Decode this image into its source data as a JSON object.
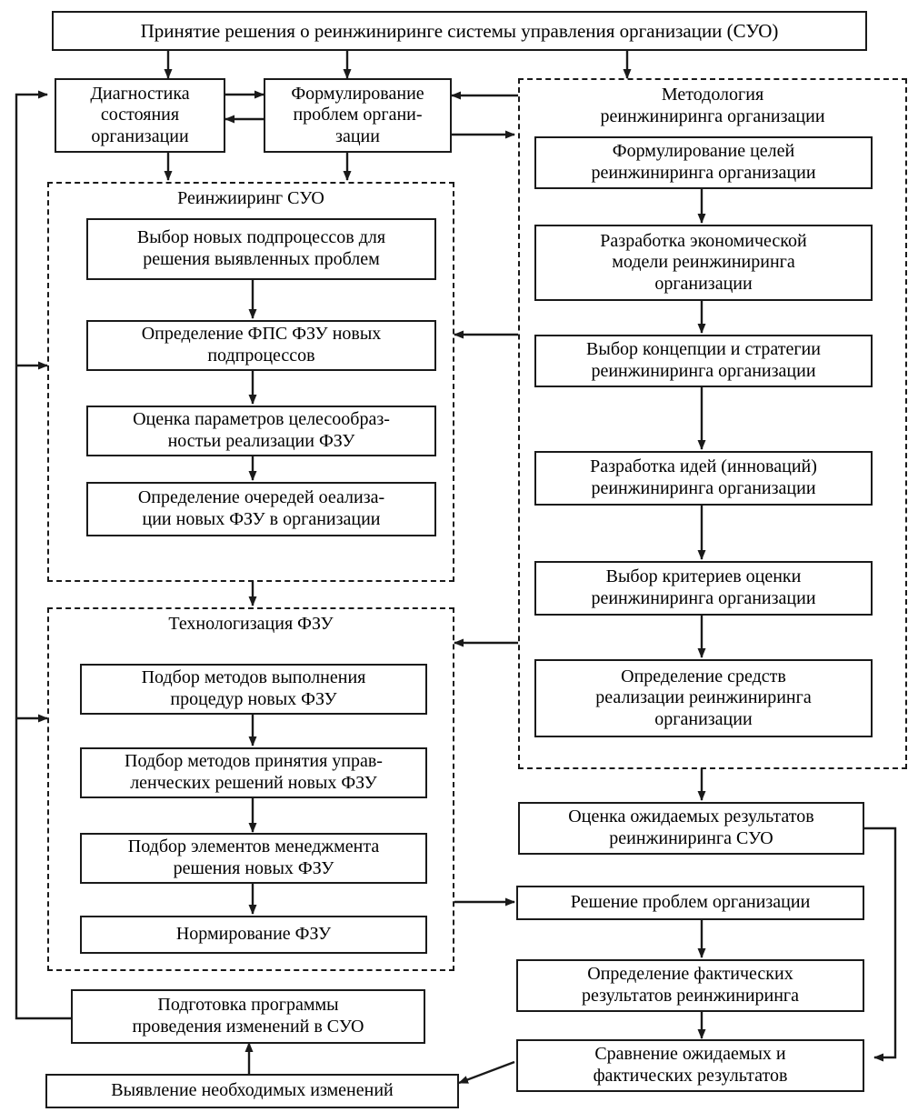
{
  "diagram": {
    "title_box": {
      "label": "Принятие решения о реинжиниринге системы управления организации (СУО)"
    },
    "left_top_boxes": [
      {
        "id": "diagnostics",
        "label": "Диагностика\nсостояния\nорганизации"
      },
      {
        "id": "problem-formulation",
        "label": "Формулирование\nпроблем органи-\nзации"
      }
    ],
    "groups": [
      {
        "id": "reengineering-suo",
        "title": "Реинжииринг СУО"
      },
      {
        "id": "technologization-fzu",
        "title": "Технологизация ФЗУ"
      },
      {
        "id": "methodology",
        "title": "Методология\nреинжиниринга организации"
      }
    ],
    "reengineering_steps": [
      {
        "id": "select-subprocesses",
        "label": "Выбор новых подпроцессов для\nрешения выявленных проблем"
      },
      {
        "id": "define-fps-fzu",
        "label": "Определение ФПС ФЗУ новых\nподпроцессов"
      },
      {
        "id": "assess-parameters",
        "label": "Оценка параметров  целесообраз-\nностьи реализации ФЗУ"
      },
      {
        "id": "define-queues",
        "label": "Определение очередей оеализа-\nции новых ФЗУ в организации"
      }
    ],
    "technologization_steps": [
      {
        "id": "select-execution-methods",
        "label": "Подбор методов выполнения\nпроцедур новых ФЗУ"
      },
      {
        "id": "select-decision-methods",
        "label": "Подбор методов принятия управ-\nленческих решений новых ФЗУ"
      },
      {
        "id": "select-management-elements",
        "label": "Подбор элементов менеджмента\nрешения новых ФЗУ"
      },
      {
        "id": "normalization",
        "label": "Нормирование ФЗУ"
      }
    ],
    "methodology_steps": [
      {
        "id": "formulate-goals",
        "label": "Формулирование целей\nреинжиниринга организации"
      },
      {
        "id": "develop-economic-model",
        "label": "Разработка экономической\nмодели реинжиниринга\nорганизации"
      },
      {
        "id": "select-concept-strategy",
        "label": "Выбор концепции и стратегии\nреинжиниринга организации"
      },
      {
        "id": "develop-ideas",
        "label": "Разработка идей (инноваций)\nреинжиниринга организации"
      },
      {
        "id": "select-criteria",
        "label": "Выбор критериев оценки\nреинжиниринга организации"
      },
      {
        "id": "define-means",
        "label": "Определение средств\nреализации реинжиниринга\nорганизации"
      }
    ],
    "bottom_right_boxes": [
      {
        "id": "assess-expected-results",
        "label": "Оценка ожидаемых результатов\nреинжиниринга СУО"
      },
      {
        "id": "solve-problems",
        "label": "Решение проблем организации"
      },
      {
        "id": "define-actual-results",
        "label": "Определение фактических\nрезультатов реинжиниринга"
      },
      {
        "id": "compare-results",
        "label": "Сравнение ожидаемых и\nфактических результатов"
      }
    ],
    "bottom_left_boxes": [
      {
        "id": "prepare-program",
        "label": "Подготовка программы\nпроведения изменений в СУО"
      },
      {
        "id": "identify-changes",
        "label": "Выявление необходимых изменений"
      }
    ],
    "colors": {
      "stroke": "#1a1a1a",
      "background": "#ffffff",
      "text": "#000000"
    }
  }
}
